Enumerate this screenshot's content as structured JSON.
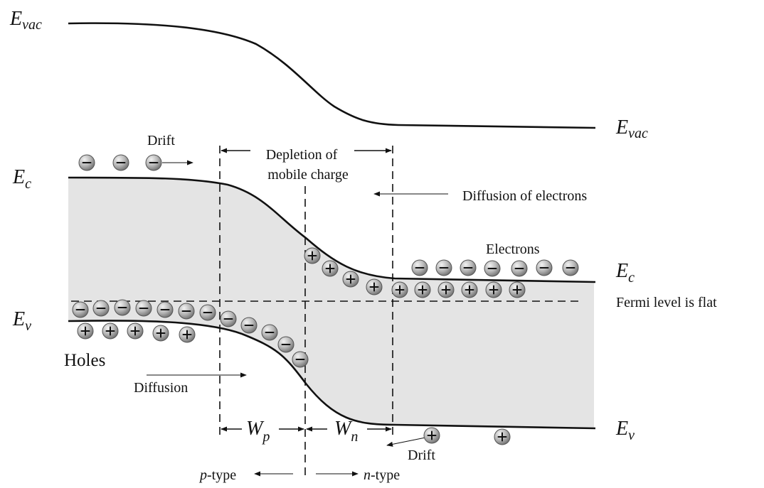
{
  "labels": {
    "evac_left": {
      "main": "E",
      "sub": "vac"
    },
    "evac_right": {
      "main": "E",
      "sub": "vac"
    },
    "ec_left": {
      "main": "E",
      "sub": "c"
    },
    "ec_right": {
      "main": "E",
      "sub": "c"
    },
    "ev_left": {
      "main": "E",
      "sub": "v"
    },
    "ev_right": {
      "main": "E",
      "sub": "v"
    },
    "drift_top": "Drift",
    "depletion_line1": "Depletion of",
    "depletion_line2": "mobile charge",
    "diffusion_electrons": "Diffusion of electrons",
    "electrons": "Electrons",
    "fermi": "Fermi level is flat",
    "holes": "Holes",
    "diffusion": "Diffusion",
    "wp": {
      "main": "W",
      "sub": "p"
    },
    "wn": {
      "main": "W",
      "sub": "n"
    },
    "drift_bottom": "Drift",
    "ptype": {
      "italic": "p",
      "rest": "-type"
    },
    "ntype": {
      "italic": "n",
      "rest": "-type"
    }
  },
  "carriers": {
    "electron_sign": "−",
    "hole_sign": "+"
  },
  "colors": {
    "band_fill": "#e4e4e4",
    "carrier_light": "#e6e6e6",
    "carrier_dark": "#7a7a7a",
    "line": "#111111"
  }
}
